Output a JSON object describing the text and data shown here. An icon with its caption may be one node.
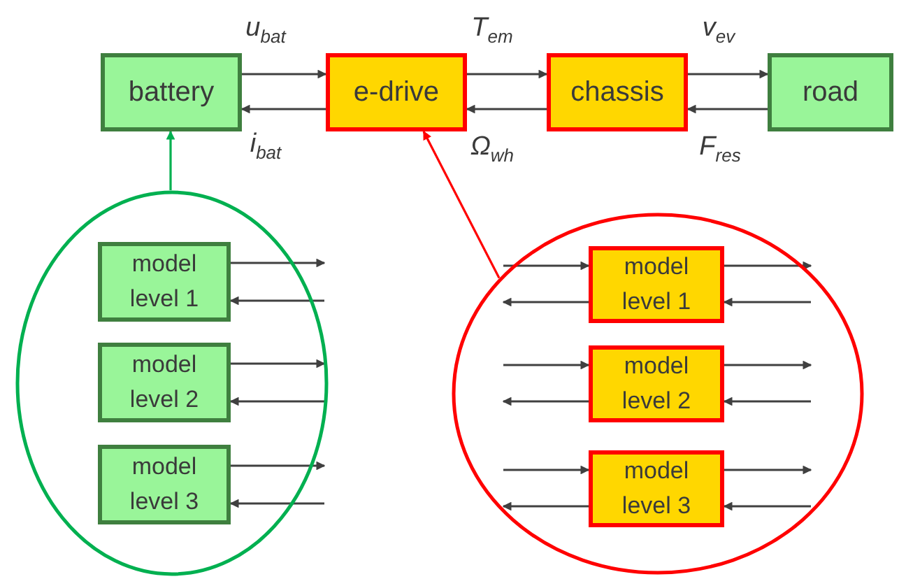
{
  "diagram": {
    "nodes": [
      {
        "text": [
          "battery"
        ]
      },
      {
        "text": [
          "e-drive"
        ]
      },
      {
        "text": [
          "chassis"
        ]
      },
      {
        "text": [
          "road"
        ]
      },
      {
        "text": [],
        "shape": "circle"
      },
      {
        "text": [
          "model level 1"
        ],
        "in": 4
      },
      {
        "text": [
          "model level 2"
        ],
        "in": 4
      },
      {
        "text": [
          "model level 3"
        ],
        "in": 4
      },
      {
        "text": [],
        "shape": "circle"
      },
      {
        "text": [
          "model level 1"
        ],
        "in": 8
      },
      {
        "text": [
          "model level 2"
        ],
        "in": 8
      },
      {
        "text": [
          "model level 3"
        ],
        "in": 8
      }
    ],
    "edges": [
      {
        "from": 0,
        "to": 1,
        "arrow": "to",
        "label": "u$_{bat}$"
      },
      {
        "from": 1,
        "to": 0,
        "arrow": "to",
        "label": "i$_{bat}$"
      },
      {
        "from": 1,
        "to": 2,
        "arrow": "to",
        "label": "T$_{em}$"
      },
      {
        "from": 2,
        "to": 1,
        "arrow": "to",
        "label": "Ω$_{wh}$"
      },
      {
        "from": 2,
        "to": 3,
        "arrow": "to",
        "label": "v$_{ev}$"
      },
      {
        "from": 3,
        "to": 2,
        "arrow": "to",
        "label": "F$_{res}$"
      },
      {
        "from": 4,
        "to": 0,
        "arrow": "to",
        "color": "#00b050"
      },
      {
        "from": 8,
        "to": 1,
        "arrow": "to",
        "color": "#ff0000"
      },
      {
        "from": 5,
        "to": null,
        "arrow": "to"
      },
      {
        "from": null,
        "to": 5,
        "arrow": "to"
      },
      {
        "from": 6,
        "to": null,
        "arrow": "to"
      },
      {
        "from": null,
        "to": 6,
        "arrow": "to"
      },
      {
        "from": 7,
        "to": null,
        "arrow": "to"
      },
      {
        "from": null,
        "to": 7,
        "arrow": "to"
      },
      {
        "from": null,
        "to": 9,
        "arrow": "to"
      },
      {
        "from": 9,
        "to": null,
        "arrow": "to"
      },
      {
        "from": 9,
        "to": null,
        "arrow": "to"
      },
      {
        "from": null,
        "to": 9,
        "arrow": "to"
      },
      {
        "from": null,
        "to": 10,
        "arrow": "to"
      },
      {
        "from": 10,
        "to": null,
        "arrow": "to"
      },
      {
        "from": 10,
        "to": null,
        "arrow": "to"
      },
      {
        "from": null,
        "to": 10,
        "arrow": "to"
      },
      {
        "from": null,
        "to": 11,
        "arrow": "to"
      },
      {
        "from": 11,
        "to": null,
        "arrow": "to"
      },
      {
        "from": 11,
        "to": null,
        "arrow": "to"
      },
      {
        "from": null,
        "to": 11,
        "arrow": "to"
      }
    ]
  }
}
